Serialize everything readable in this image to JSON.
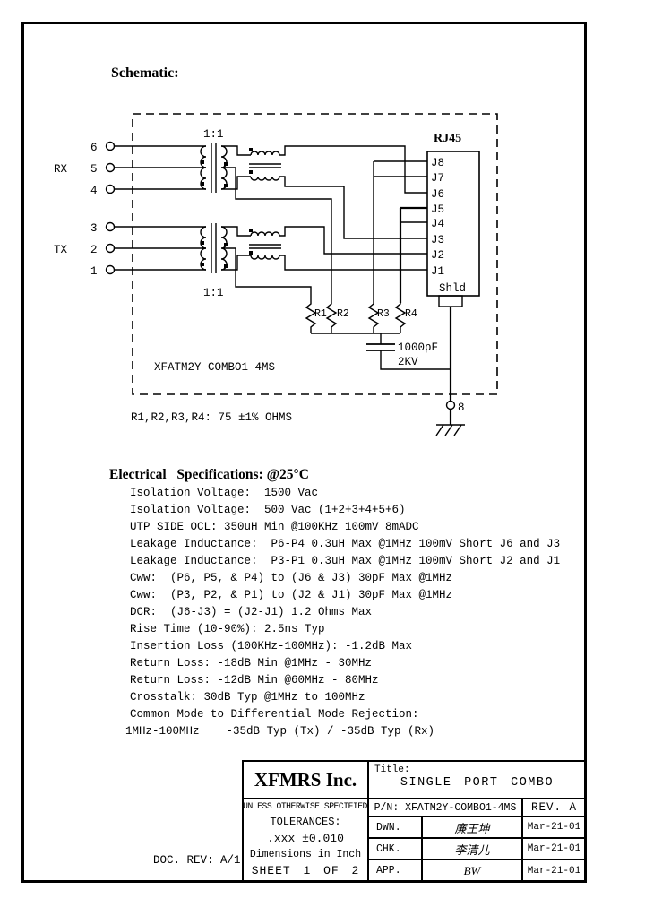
{
  "doc_rev": "DOC. REV: A/1",
  "schematic": {
    "heading": "Schematic:",
    "rx_label": "RX",
    "tx_label": "TX",
    "pins_left": [
      "6",
      "5",
      "4",
      "3",
      "2",
      "1"
    ],
    "ratio_top": "1:1",
    "ratio_bottom": "1:1",
    "rj45_label": "RJ45",
    "rj45_pins": [
      "J8",
      "J7",
      "J6",
      "J5",
      "J4",
      "J3",
      "J2",
      "J1"
    ],
    "shield_label": "Shld",
    "pin8_label": "8",
    "resistors": [
      "R1",
      "R2",
      "R3",
      "R4"
    ],
    "cap_value": "1000pF",
    "cap_rating": "2KV",
    "part_number": "XFATM2Y-COMBO1-4MS",
    "resistor_note": "R1,R2,R3,R4: 75 ±1% OHMS"
  },
  "specs": {
    "heading": "Electrical   Specifications: @25°C",
    "lines": [
      "Isolation Voltage:  1500 Vac",
      "Isolation Voltage:  500 Vac (1+2+3+4+5+6)",
      "UTP SIDE OCL: 350uH Min @100KHz 100mV 8mADC",
      "Leakage Inductance:  P6-P4 0.3uH Max @1MHz 100mV Short J6 and J3",
      "Leakage Inductance:  P3-P1 0.3uH Max @1MHz 100mV Short J2 and J1",
      "Cww:  (P6, P5, & P4) to (J6 & J3) 30pF Max @1MHz",
      "Cww:  (P3, P2, & P1) to (J2 & J1) 30pF Max @1MHz",
      "DCR:  (J6-J3) = (J2-J1) 1.2 Ohms Max",
      "Rise Time (10-90%): 2.5ns Typ",
      "Insertion Loss (100KHz-100MHz): -1.2dB Max",
      "Return Loss: -18dB Min @1MHz - 30MHz",
      "Return Loss: -12dB Min @60MHz - 80MHz",
      "Crosstalk: 30dB Typ @1MHz to 100MHz",
      "Common Mode to Differential Mode Rejection:",
      "1MHz-100MHz    -35dB Typ (Tx) / -35dB Typ (Rx)"
    ]
  },
  "title_block": {
    "company": "XFMRS Inc.",
    "title_label": "Title:",
    "title": "SINGLE PORT COMBO",
    "pn": "P/N: XFATM2Y-COMBO1-4MS",
    "rev": "REV. A",
    "unless": "UNLESS OTHERWISE SPECIFIED",
    "tolerances": "TOLERANCES:",
    "tolerance_value": ".xxx ±0.010",
    "dimensions": "Dimensions in Inch",
    "sheet": "SHEET 1 OF 2",
    "rows": [
      {
        "role": "DWN.",
        "sig": "廉王坤",
        "date": "Mar-21-01"
      },
      {
        "role": "CHK.",
        "sig": "李清儿",
        "date": "Mar-21-01"
      },
      {
        "role": "APP.",
        "sig": "BW",
        "date": "Mar-21-01"
      }
    ]
  }
}
